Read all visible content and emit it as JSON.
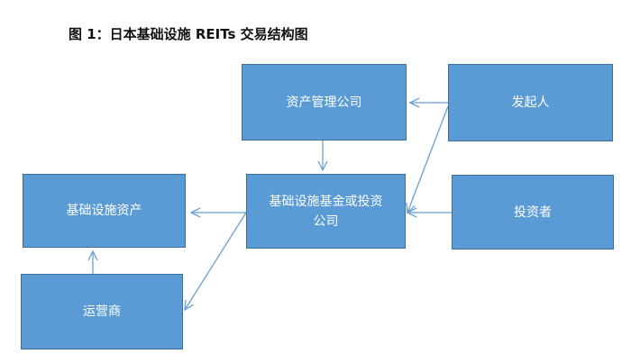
{
  "figure": {
    "title": "图 1：日本基础设施 REITs 交易结构图"
  },
  "colors": {
    "box_fill": "#5b9bd5",
    "box_border": "#3e6e9a",
    "arrow": "#6a9fd4",
    "title": "#111111"
  },
  "nodes": {
    "asset_mgmt": "资产管理公司",
    "sponsor": "发起人",
    "fund": "基础设施基金或投资\n公司",
    "infra_assets": "基础设施资产",
    "investors": "投资者",
    "operator": "运营商"
  },
  "edges": [
    {
      "from": "sponsor",
      "to": "asset_mgmt"
    },
    {
      "from": "sponsor",
      "to": "fund"
    },
    {
      "from": "investors",
      "to": "fund"
    },
    {
      "from": "asset_mgmt",
      "to": "fund"
    },
    {
      "from": "fund",
      "to": "infra_assets"
    },
    {
      "from": "fund",
      "to": "operator"
    },
    {
      "from": "operator",
      "to": "infra_assets"
    }
  ]
}
